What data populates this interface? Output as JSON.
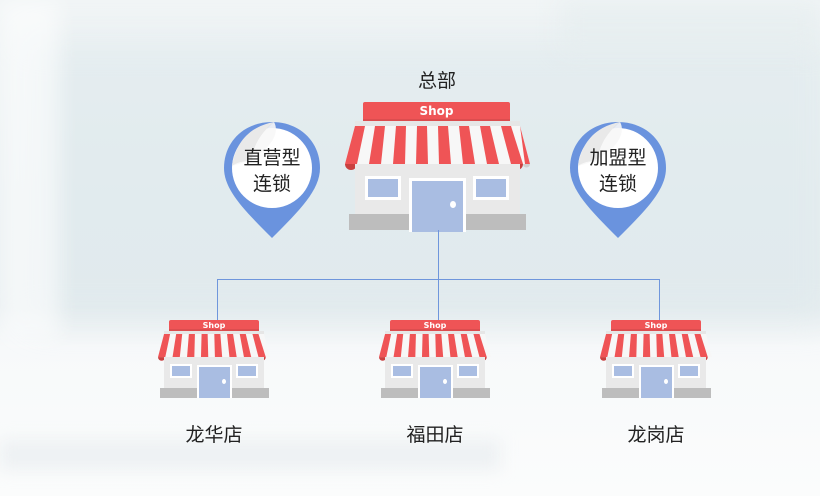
{
  "diagram": {
    "headquarters": {
      "label": "总部",
      "sign": "Shop"
    },
    "chain_types": [
      {
        "line1": "直营型",
        "line2": "连锁"
      },
      {
        "line1": "加盟型",
        "line2": "连锁"
      }
    ],
    "branches": [
      {
        "label": "龙华店",
        "sign": "Shop"
      },
      {
        "label": "福田店",
        "sign": "Shop"
      },
      {
        "label": "龙岗店",
        "sign": "Shop"
      }
    ],
    "colors": {
      "awning_red": "#ef5456",
      "awning_white": "#f7f7f7",
      "window_blue": "#a9bde2",
      "connector_blue": "#6f96dc",
      "pin_blue": "#6a93de",
      "base_gray": "#bdbdbd"
    }
  }
}
